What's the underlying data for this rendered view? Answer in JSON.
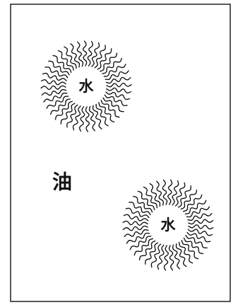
{
  "figure": {
    "medium_label": "油",
    "micelles": [
      {
        "core_label": "水",
        "head_count": 40
      },
      {
        "core_label": "水",
        "head_count": 40
      }
    ],
    "colors": {
      "stroke": "#111111",
      "background": "#ffffff"
    }
  }
}
